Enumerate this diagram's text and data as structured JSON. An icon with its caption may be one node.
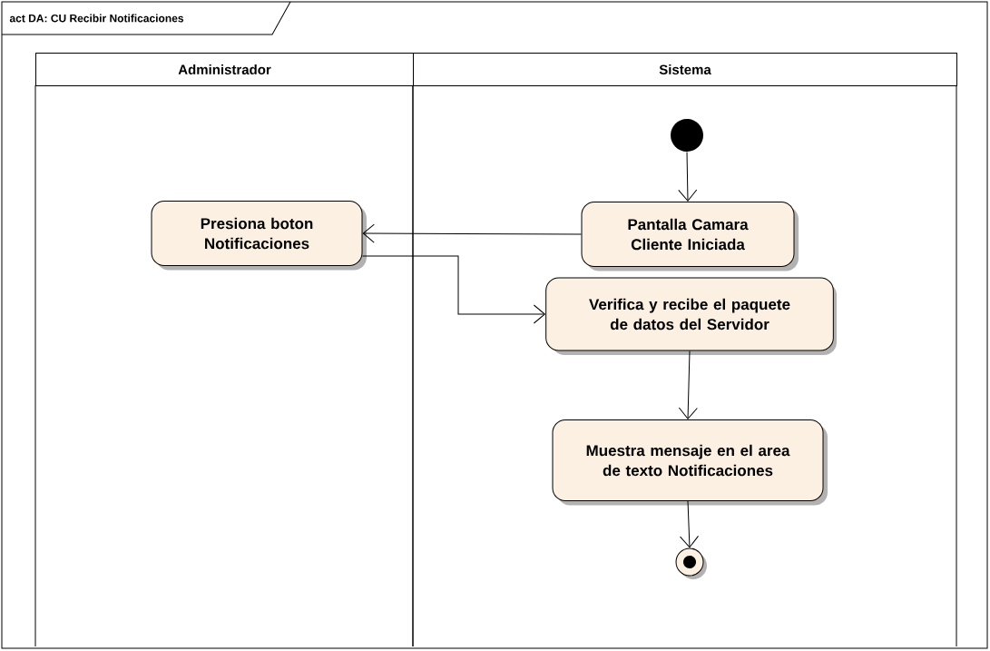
{
  "diagram": {
    "title": "act DA: CU Recibir Notificaciones",
    "nodes": [
      {
        "text": [
          "Administrador"
        ]
      },
      {
        "text": [
          "Sistema"
        ]
      },
      {
        "text": [],
        "shape": "circle",
        "in": 1
      },
      {
        "text": [
          "Pantalla Camara Cliente Iniciada"
        ],
        "in": 1
      },
      {
        "text": [
          "Presiona boton Notificaciones"
        ],
        "in": 0
      },
      {
        "text": [
          "Verifica y recibe el paquete de datos del Servidor"
        ],
        "in": 1
      },
      {
        "text": [
          "Muestra mensaje en el area de texto Notificaciones"
        ],
        "in": 1
      },
      {
        "text": [],
        "shape": "circle",
        "in": 1
      }
    ],
    "edges": [
      {
        "from": 2,
        "to": 3,
        "arrow": "to"
      },
      {
        "from": 3,
        "to": 4,
        "arrow": "to"
      },
      {
        "from": 4,
        "to": 5,
        "arrow": "to"
      },
      {
        "from": 5,
        "to": 6,
        "arrow": "to"
      },
      {
        "from": 6,
        "to": 7,
        "arrow": "to"
      }
    ]
  }
}
